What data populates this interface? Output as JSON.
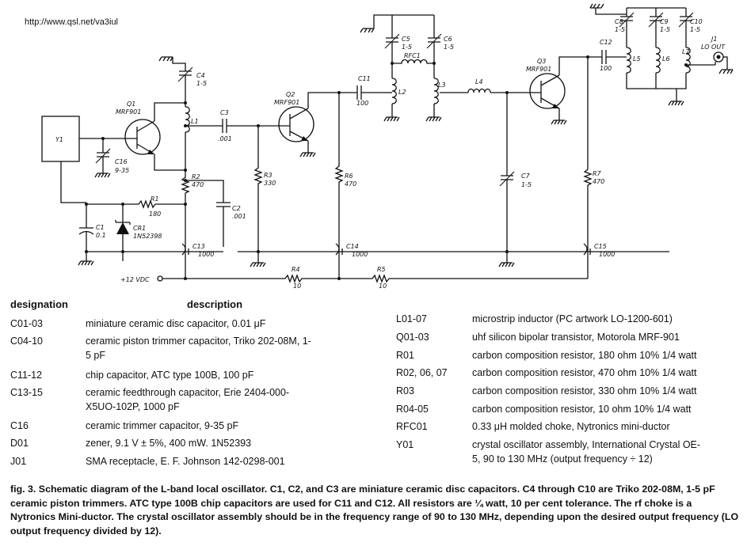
{
  "source_url": "http://www.qsl.net/va3iul",
  "schematic": {
    "y1": "Y1",
    "c16": [
      "C16",
      "9-35"
    ],
    "q1": [
      "Q1",
      "MRF901"
    ],
    "c4": [
      "C4",
      "1-5"
    ],
    "l1": "L1",
    "c3": [
      "C3",
      ".001"
    ],
    "q2": [
      "Q2",
      "MRF901"
    ],
    "r2": [
      "R2",
      "470"
    ],
    "r3": [
      "R3",
      "330"
    ],
    "c2": [
      "C2",
      ".001"
    ],
    "r1": [
      "R1",
      "180"
    ],
    "c1": [
      "C1",
      "0.1"
    ],
    "cr1": [
      "CR1",
      "1N52398"
    ],
    "c13": [
      "C13",
      "1000"
    ],
    "c14": [
      "C14",
      "1000"
    ],
    "c15": [
      "C15",
      "1000"
    ],
    "vcc": "+12 VDC",
    "r4": [
      "R4",
      "10"
    ],
    "r5": [
      "R5",
      "10"
    ],
    "c11": [
      "C11",
      "100"
    ],
    "c5": [
      "C5",
      "1-5"
    ],
    "c6": [
      "C6",
      "1-5"
    ],
    "rfc1": "RFC1",
    "l2": "L2",
    "l3": "L3",
    "l4": "L4",
    "r6": [
      "R6",
      "470"
    ],
    "c7": [
      "C7",
      "1-5"
    ],
    "q3": [
      "Q3",
      "MRF901"
    ],
    "r7": [
      "R7",
      "470"
    ],
    "c12": [
      "C12",
      "100"
    ],
    "c8": [
      "C8",
      "1-5"
    ],
    "c9": [
      "C9",
      "1-5"
    ],
    "c10": [
      "C10",
      "1-5"
    ],
    "l5": "L5",
    "l6": "L6",
    "l7": "L7",
    "j1": [
      "J1",
      "LO OUT"
    ]
  },
  "table": {
    "col_designation": "designation",
    "col_description": "description",
    "left": [
      {
        "d": "C01-03",
        "t": [
          "miniature ceramic disc capacitor, 0.01 μF"
        ]
      },
      {
        "d": "C04-10",
        "t": [
          "ceramic piston trimmer capacitor, Triko 202-08M, 1-",
          "5 pF"
        ]
      },
      {
        "d": "C11-12",
        "t": [
          "chip capacitor, ATC type 100B, 100 pF"
        ]
      },
      {
        "d": "C13-15",
        "t": [
          "ceramic feedthrough capacitor, Erie 2404-000-",
          "X5UO-102P, 1000 pF"
        ]
      },
      {
        "d": "C16",
        "t": [
          "ceramic trimmer capacitor, 9-35 pF"
        ]
      },
      {
        "d": "D01",
        "t": [
          "zener, 9.1 V ± 5%, 400 mW. 1N52393"
        ]
      },
      {
        "d": "J01",
        "t": [
          "SMA receptacle, E. F. Johnson 142-0298-001"
        ]
      }
    ],
    "right": [
      {
        "d": "L01-07",
        "t": [
          "microstrip inductor (PC artwork LO-1200-601)"
        ]
      },
      {
        "d": "Q01-03",
        "t": [
          "uhf silicon bipolar transistor, Motorola MRF-901"
        ]
      },
      {
        "d": "R01",
        "t": [
          "carbon composition resistor, 180 ohm 10% 1/4 watt"
        ]
      },
      {
        "d": "R02, 06, 07",
        "t": [
          "carbon composition resistor, 470 ohm 10% 1/4 watt"
        ]
      },
      {
        "d": "R03",
        "t": [
          "carbon composition resistor, 330 ohm 10% 1/4 watt"
        ]
      },
      {
        "d": "R04-05",
        "t": [
          "carbon composition resistor, 10 ohm 10% 1/4 watt"
        ]
      },
      {
        "d": "RFC01",
        "t": [
          "0.33 μH molded choke, Nytronics mini-ductor"
        ]
      },
      {
        "d": "Y01",
        "t": [
          "crystal oscillator assembly, International Crystal OE-",
          "5, 90 to 130 MHz (output frequency ÷ 12)"
        ]
      }
    ]
  },
  "caption": "fig. 3. Schematic diagram of the L-band local oscillator. C1, C2, and C3 are miniature ceramic disc capacitors. C4 through C10 are Triko 202-08M, 1-5 pF ceramic piston trimmers. ATC type 100B chip capacitors are used for C11 and C12. All resistors are ¼ watt, 10 per cent tolerance. The rf choke is a Nytronics Mini-ductor. The crystal oscillator assembly should be in the frequency range of 90 to 130 MHz, depending upon the desired output frequency (LO output frequency divided by 12)."
}
